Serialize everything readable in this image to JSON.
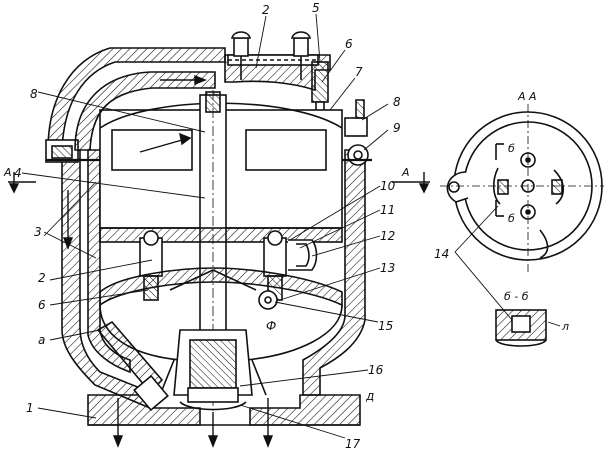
{
  "figure": {
    "main_callouts": {
      "c1": "1",
      "c2a": "2",
      "c2b": "2",
      "c3": "3",
      "c4": "4",
      "c5": "5",
      "c6a": "6",
      "c6b": "6",
      "c7": "7",
      "c8a": "8",
      "c8b": "8",
      "c9": "9",
      "c10": "10",
      "c11": "11",
      "c12": "12",
      "c13": "13",
      "c14": "14",
      "c15": "15",
      "c16": "16",
      "c17": "17",
      "ca": "а",
      "cd": "д",
      "cphi": "Ф"
    },
    "section_marks": {
      "left_A": "A",
      "right_A": "A",
      "section_title_AA": "А  А",
      "section_title_BB": "б - б",
      "b_upper": "б",
      "b_lower": "б",
      "l_label": "л"
    },
    "colors": {
      "ink": "#111111",
      "paper": "#ffffff"
    }
  }
}
